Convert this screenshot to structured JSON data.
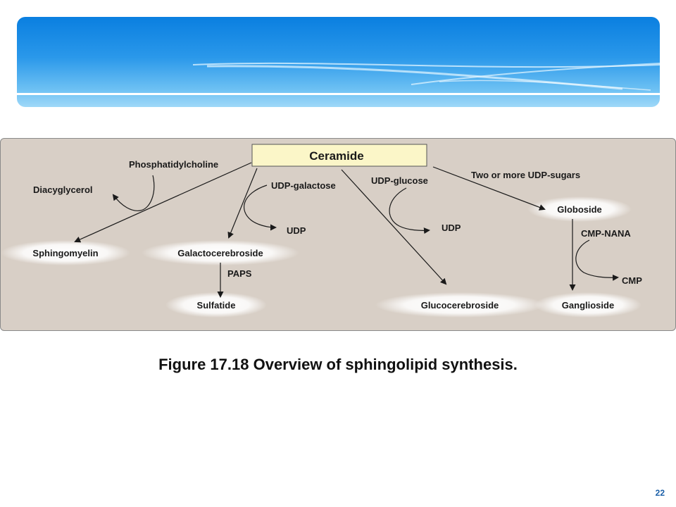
{
  "diagram": {
    "root": "Ceramide",
    "labels": {
      "phosphatidylcholine": "Phosphatidylcholine",
      "diacylglycerol": "Diacyglycerol",
      "sphingomyelin": "Sphingomyelin",
      "udp_galactose": "UDP-galactose",
      "udp_1": "UDP",
      "galactocerebroside": "Galactocerebroside",
      "paps": "PAPS",
      "sulfatide": "Sulfatide",
      "udp_glucose": "UDP-glucose",
      "udp_2": "UDP",
      "glucocerebroside": "Glucocerebroside",
      "udp_sugars": "Two or more UDP-sugars",
      "globoside": "Globoside",
      "cmp_nana": "CMP-NANA",
      "cmp": "CMP",
      "ganglioside": "Ganglioside"
    }
  },
  "caption": "Figure 17.18 Overview of sphingolipid synthesis.",
  "page_number": "22",
  "colors": {
    "panel_background": "#d8cfc6",
    "root_box": "#fbf6c8",
    "banner_blue": "#0a7fe0",
    "page_number": "#1a5fa8"
  }
}
